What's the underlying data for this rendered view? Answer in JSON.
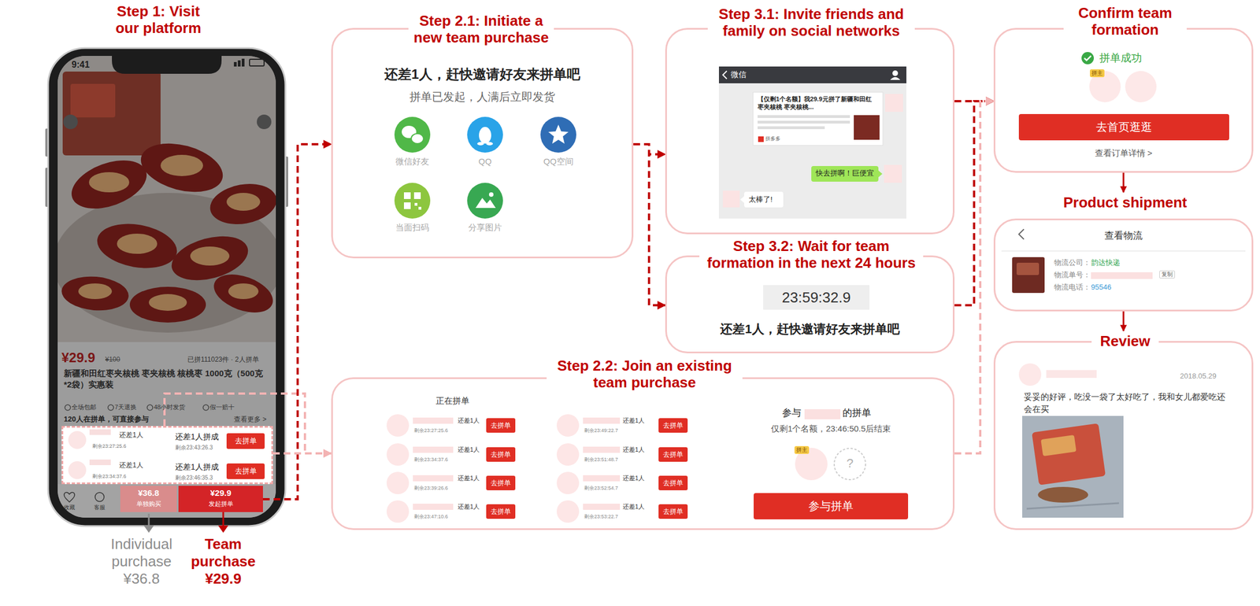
{
  "diagram": {
    "nodes": [
      {
        "text": [
          "Step 1: Visit our platform"
        ]
      },
      {
        "text": [
          "还差1人",
          "剩余23:27:25.6",
          "还差1人拼成",
          "剩余23:43:26.3",
          "去拼单",
          "还差1人",
          "剩余23:34:37.6",
          "还差1人拼成",
          "剩余23:46:35.3",
          "去拼单"
        ],
        "in": 0
      },
      {
        "text": [
          "¥36.8",
          "单独购买"
        ],
        "in": 0
      },
      {
        "text": [
          "¥29.9",
          "发起拼单"
        ],
        "in": 0
      },
      {
        "text": [
          "Step 2.1: Initiate a new team purchase",
          "还差1人，赶快邀请好友来拼单吧",
          "拼单已发起，人满后立即发货"
        ]
      },
      {
        "text": [
          "Step 3.1: Invite friends and family on social networks"
        ]
      },
      {
        "text": [
          "Step 3.2: Wait for team formation in the next 24 hours",
          "23:59:32.9",
          "还差1人，赶快邀请好友来拼单吧"
        ]
      },
      {
        "text": [
          "Step 2.2: Join an existing team purchase",
          "正在拼单"
        ]
      },
      {
        "text": [
          "Confirm team formation",
          "拼单成功",
          "查看订单详情 >"
        ]
      },
      {
        "text": [
          "去首页逛逛"
        ],
        "in": 8
      },
      {
        "text": [
          "Product shipment",
          "查看物流"
        ]
      },
      {
        "text": [
          "Review",
          "2018.05.29",
          "妥妥的好评，吃没一袋了太好吃了，我和女儿都爱吃还会在买"
        ]
      },
      {
        "text": [
          "参与拼单"
        ],
        "in": 7
      }
    ],
    "edges": [
      {
        "from": 3,
        "to": 4,
        "arrow": "to"
      },
      {
        "from": 1,
        "to": 7,
        "arrow": "to"
      },
      {
        "from": 4,
        "to": 5,
        "arrow": "to"
      },
      {
        "from": 4,
        "to": 6,
        "arrow": "to"
      },
      {
        "from": 5,
        "to": 8,
        "arrow": "to"
      },
      {
        "from": 6,
        "to": 8,
        "arrow": "to"
      },
      {
        "from": 7,
        "to": 8,
        "arrow": "to"
      },
      {
        "from": 8,
        "to": 10,
        "arrow": "to"
      },
      {
        "from": 10,
        "to": 11,
        "arrow": "to"
      }
    ],
    "labels": [
      "9:41",
      "¥29.9",
      "¥100",
      "已拼111023件 · 2人拼单",
      "新疆和田红枣夹核桃 枣夹核桃 核桃枣 1000克（500克*2袋）实惠装",
      "全场包邮",
      "7天退换",
      "48小时发货",
      "假一赔十",
      "120人在拼单，可直接参与",
      "查看更多 >",
      "收藏",
      "客服",
      "Individual purchase ¥36.8",
      "Team purchase ¥29.9",
      "微信好友",
      "QQ",
      "QQ空间",
      "当面扫码",
      "分享图片",
      "微信",
      "【仅剩1个名额】我29.9元拼了新疆和田红枣夹核桃 枣夹核桃...",
      "拼多多",
      "快去拼啊！巨便宜",
      "太棒了!",
      "还差1人",
      "剩余23:27:25.6",
      "去拼单",
      "还差1人",
      "剩余23:34:37.6",
      "去拼单",
      "还差1人",
      "剩余23:39:26.6",
      "去拼单",
      "还差1人",
      "剩余23:47:10.6",
      "去拼单",
      "还差1人",
      "剩余23:49:22.7",
      "去拼单",
      "还差1人",
      "剩余23:51:48.7",
      "去拼单",
      "还差1人",
      "剩余23:52:54.7",
      "去拼单",
      "还差1人",
      "剩余23:53:22.7",
      "去拼单",
      "参与",
      "的拼单",
      "仅剩1个名额，23:46:50.5后结束",
      "拼主",
      "?",
      "拼主",
      "物流公司：",
      "韵达快递",
      "物流单号：",
      "复制",
      "物流电话：",
      "95546"
    ]
  }
}
